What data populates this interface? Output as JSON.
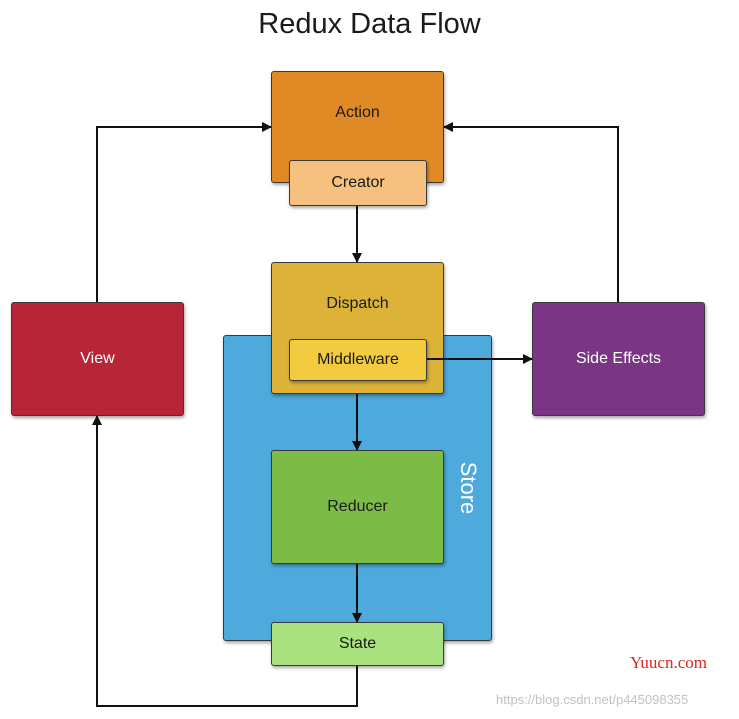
{
  "title": "Redux Data Flow",
  "nodes": {
    "action": "Action",
    "creator": "Creator",
    "dispatch": "Dispatch",
    "middleware": "Middleware",
    "view": "View",
    "side_effects": "Side Effects",
    "reducer": "Reducer",
    "state": "State",
    "store": "Store"
  },
  "colors": {
    "action": "#e08a26",
    "creator": "#f6c17e",
    "dispatch": "#dcb338",
    "middleware": "#f3cb3f",
    "view": "#b82536",
    "side_effects": "#7a3585",
    "store": "#4ea9dc",
    "reducer": "#7cbc46",
    "state": "#a9e27f",
    "arrow": "#111111"
  },
  "watermarks": {
    "brand": "Yuucn.com",
    "url": "https://blog.csdn.net/p445098355"
  }
}
